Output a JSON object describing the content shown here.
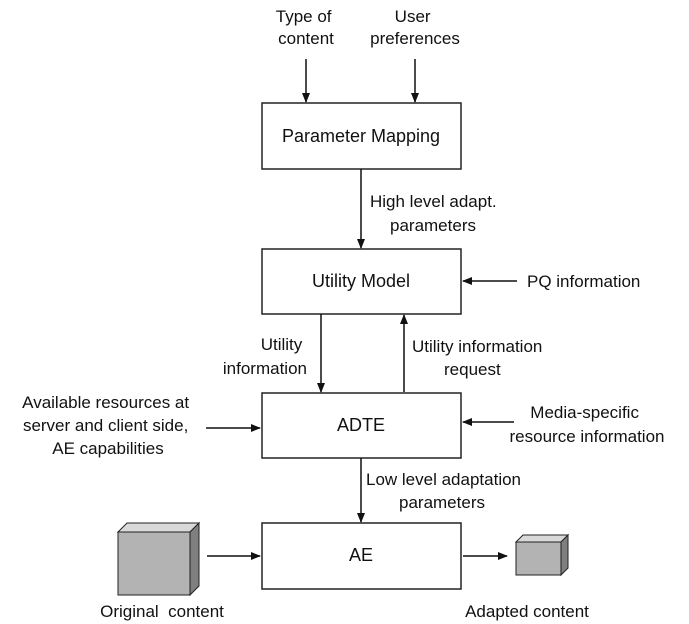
{
  "inputs": {
    "content_type": [
      "Type of",
      "content"
    ],
    "user_preferences": [
      "User",
      "preferences"
    ]
  },
  "boxes": {
    "parameter_mapping": "Parameter Mapping",
    "utility_model": "Utility Model",
    "adte": "ADTE",
    "ae": "AE"
  },
  "labels": {
    "high_level": [
      "High level adapt.",
      "parameters"
    ],
    "pq_information": "PQ information",
    "utility_information": [
      "Utility",
      "information"
    ],
    "utility_request": [
      "Utility information",
      "request"
    ],
    "available_resources": [
      "Available resources at",
      "server and client side,",
      "AE capabilities"
    ],
    "media_specific": [
      "Media-specific",
      "resource information"
    ],
    "low_level": [
      "Low level adaptation",
      "parameters"
    ],
    "original_content": "Original  content",
    "adapted_content": "Adapted content"
  },
  "colors": {
    "cube_front": "#b3b3b3",
    "cube_top": "#d9d9d9",
    "cube_side": "#7f7f7f"
  }
}
